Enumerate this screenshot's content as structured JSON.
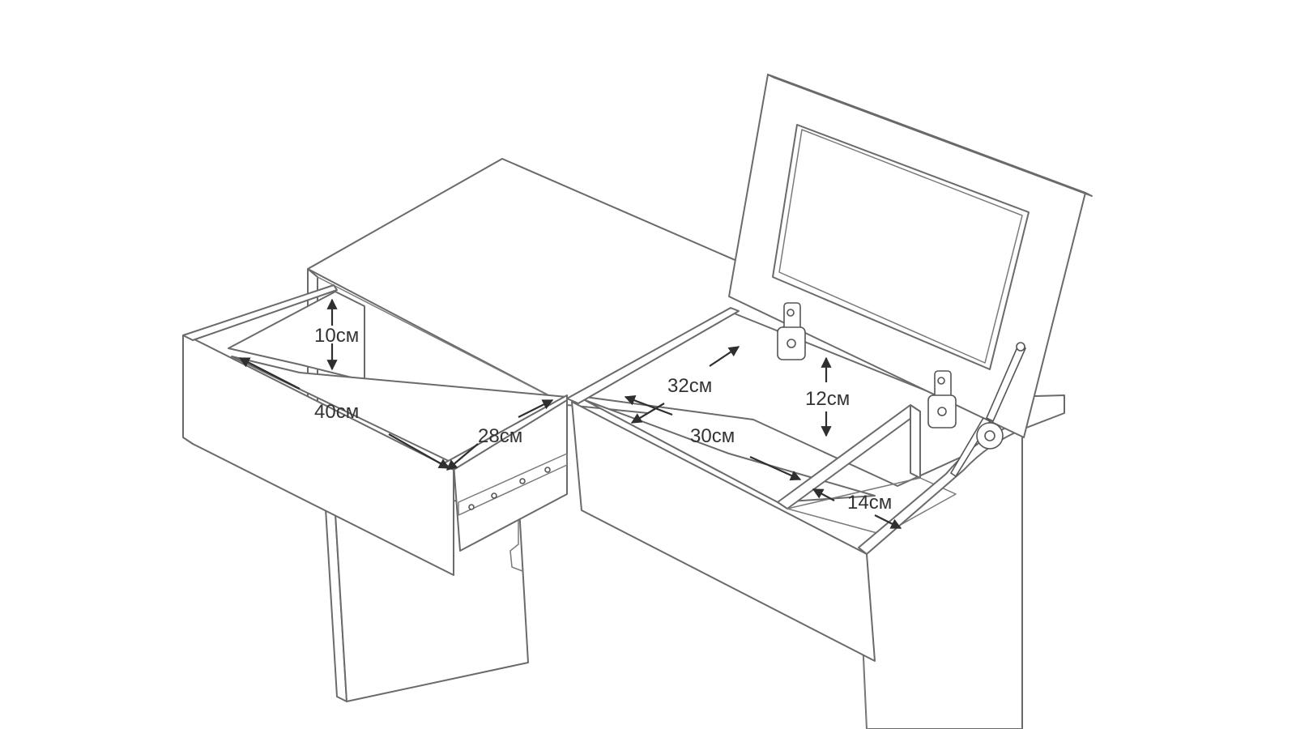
{
  "dimensions": {
    "drawer_height": "10см",
    "drawer_width": "40см",
    "drawer_depth": "28см",
    "compartment_depth": "32см",
    "compartment_width": "30см",
    "compartment_height": "12см",
    "side_compartment_width": "14см"
  },
  "colors": {
    "line": "#6a6a6a",
    "arrow": "#2f2f2f",
    "text": "#333333",
    "background": "#ffffff"
  }
}
